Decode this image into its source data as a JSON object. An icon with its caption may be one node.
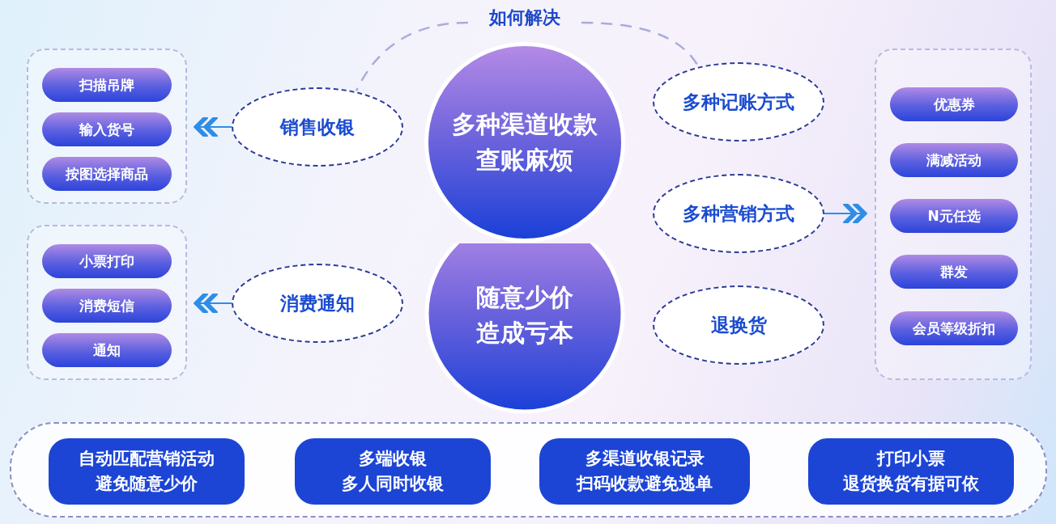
{
  "diagram": {
    "nodes": [
      {
        "text": [
          "如何解决"
        ]
      },
      {
        "text": [
          "多种渠道收款",
          "查账麻烦"
        ]
      },
      {
        "text": [
          "随意少价",
          "造成亏本"
        ]
      },
      {
        "text": [
          "销售收银"
        ]
      },
      {
        "text": [
          "消费通知"
        ]
      },
      {
        "text": [
          "多种记账方式"
        ]
      },
      {
        "text": [
          "多种营销方式"
        ]
      },
      {
        "text": [
          "退换货"
        ]
      },
      {
        "text": [],
        "shape": "box"
      },
      {
        "text": [
          "扫描吊牌"
        ],
        "in": 8
      },
      {
        "text": [
          "输入货号"
        ],
        "in": 8
      },
      {
        "text": [
          "按图选择商品"
        ],
        "in": 8
      },
      {
        "text": [],
        "shape": "box"
      },
      {
        "text": [
          "小票打印"
        ],
        "in": 12
      },
      {
        "text": [
          "消费短信"
        ],
        "in": 12
      },
      {
        "text": [
          "通知"
        ],
        "in": 12
      },
      {
        "text": [],
        "shape": "box"
      },
      {
        "text": [
          "优惠券"
        ],
        "in": 16
      },
      {
        "text": [
          "满减活动"
        ],
        "in": 16
      },
      {
        "text": [
          "N元任选"
        ],
        "in": 16
      },
      {
        "text": [
          "群发"
        ],
        "in": 16
      },
      {
        "text": [
          "会员等级折扣"
        ],
        "in": 16
      },
      {
        "text": [],
        "shape": "box"
      },
      {
        "text": [
          "自动匹配营销活动",
          "避免随意少价"
        ],
        "in": 22
      },
      {
        "text": [
          "多端收银",
          "多人同时收银"
        ],
        "in": 22
      },
      {
        "text": [
          "多渠道收银记录",
          "扫码收款避免逃单"
        ],
        "in": 22
      },
      {
        "text": [
          "打印小票",
          "退货换货有据可依"
        ],
        "in": 22
      }
    ],
    "edges": [
      {
        "from": 0,
        "to": 3,
        "arrow": "none",
        "style": "dashed",
        "color": "#a9addb"
      },
      {
        "from": 0,
        "to": 5,
        "arrow": "none",
        "style": "dashed",
        "color": "#a9addb"
      },
      {
        "from": 3,
        "to": 8,
        "arrow": "to"
      },
      {
        "from": 4,
        "to": 12,
        "arrow": "to"
      },
      {
        "from": 6,
        "to": 16,
        "arrow": "to"
      }
    ]
  }
}
